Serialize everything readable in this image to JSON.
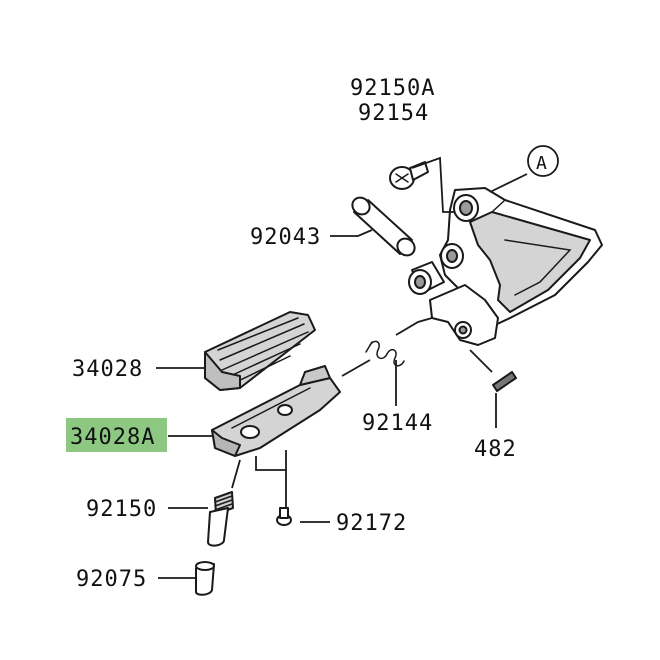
{
  "diagram": {
    "callouts": [
      {
        "id": "92150A",
        "text": "92150A"
      },
      {
        "id": "92154",
        "text": "92154"
      },
      {
        "id": "A",
        "text": "A"
      },
      {
        "id": "92043",
        "text": "92043"
      },
      {
        "id": "34028",
        "text": "34028"
      },
      {
        "id": "34028A",
        "text": "34028A"
      },
      {
        "id": "92144",
        "text": "92144"
      },
      {
        "id": "482",
        "text": "482"
      },
      {
        "id": "92150",
        "text": "92150"
      },
      {
        "id": "92172",
        "text": "92172"
      },
      {
        "id": "92075",
        "text": "92075"
      }
    ],
    "highlight_color": "#8cc882"
  }
}
